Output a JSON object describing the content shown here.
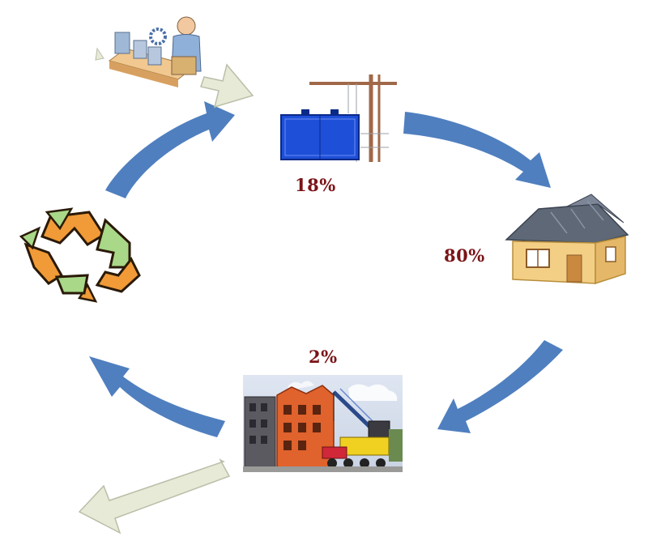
{
  "stages": {
    "production": {
      "percent": "18%",
      "icon": "building-frame-crane-icon"
    },
    "use": {
      "percent": "80%",
      "icon": "house-icon"
    },
    "demolition": {
      "percent": "2%",
      "icon": "demolition-crane-icon"
    },
    "manufacturing": {
      "icon": "factory-worker-icon"
    },
    "recycling": {
      "icon": "recycle-icon"
    }
  },
  "colors": {
    "cycle_arrow": "#4f7fbf",
    "side_arrow": "#e6ead6",
    "percent_text": "#7a1418"
  }
}
